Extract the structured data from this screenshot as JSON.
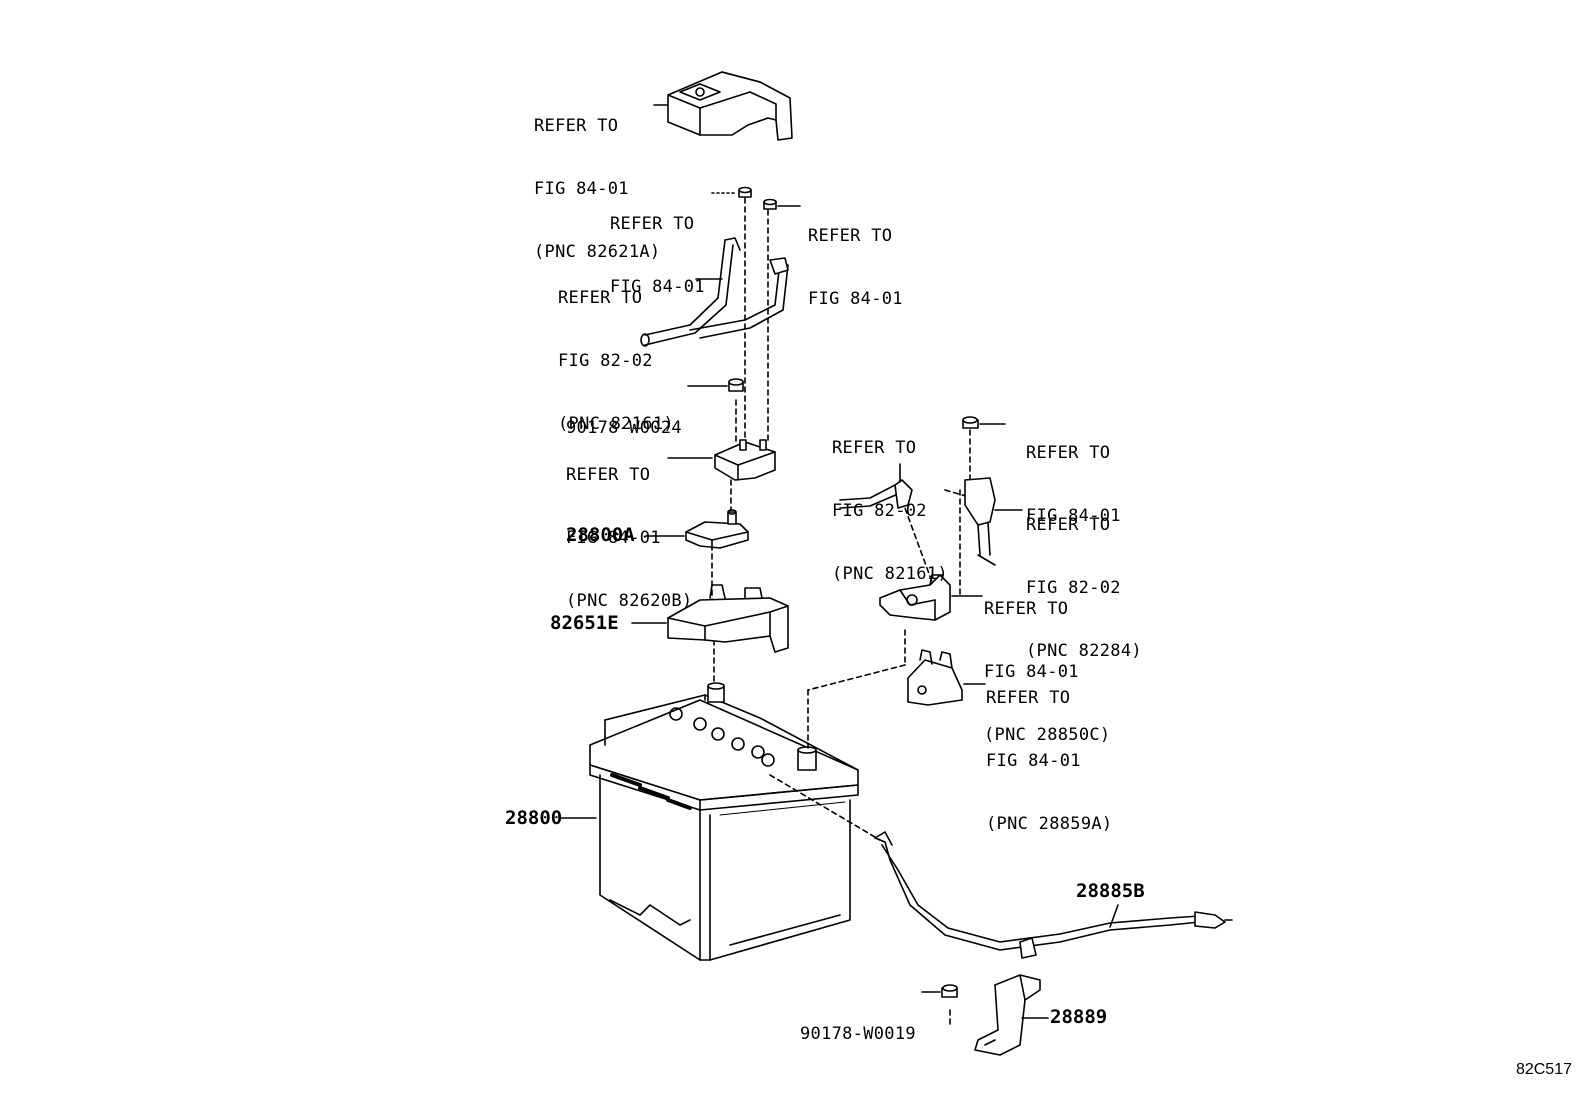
{
  "figure_code": "82C517",
  "refs": {
    "top_cover": [
      "REFER TO",
      "FIG 84-01",
      "(PNC 82621A)"
    ],
    "nut_left": [
      "REFER TO",
      "FIG 84-01"
    ],
    "nut_right": [
      "REFER TO",
      "FIG 84-01"
    ],
    "wire_left": [
      "REFER TO",
      "FIG 82-02",
      "(PNC 82161)"
    ],
    "clamp_cover": [
      "REFER TO",
      "FIG 84-01",
      "(PNC 82620B)"
    ],
    "wire_mid": [
      "REFER TO",
      "FIG 82-02",
      "(PNC 82161)"
    ],
    "nut_mid": [
      "REFER TO",
      "FIG 84-01"
    ],
    "wire_right": [
      "REFER TO",
      "FIG 82-02",
      "(PNC 82284)"
    ],
    "terminal_neg": [
      "REFER TO",
      "FIG 84-01",
      "(PNC 28850C)"
    ],
    "terminal_cover": [
      "REFER TO",
      "FIG 84-01",
      "(PNC 28859A)"
    ]
  },
  "parts": {
    "bolt_90178_w0024": "90178-W0024",
    "clamp_28800a": "28800A",
    "holder_82651e": "82651E",
    "battery_28800": "28800",
    "cable_28885b": "28885B",
    "bolt_90178_w0019": "90178-W0019",
    "bracket_28889": "28889"
  }
}
